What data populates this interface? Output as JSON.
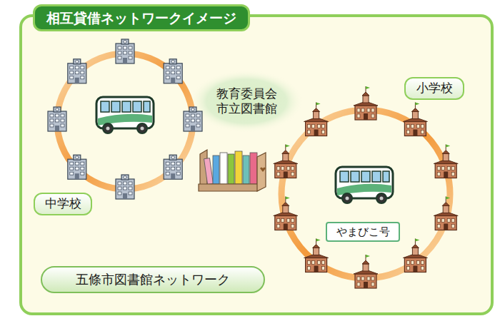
{
  "diagram": {
    "title": "相互貸借ネットワークイメージ",
    "nodes": [
      {
        "text": [
          "教育委員会 市立図書館"
        ]
      },
      {
        "text": [
          "小学校"
        ]
      },
      {
        "text": [
          "中学校"
        ]
      },
      {
        "text": [
          "やまびこ号"
        ]
      },
      {
        "text": [
          "五條市図書館ネットワーク"
        ]
      }
    ]
  }
}
